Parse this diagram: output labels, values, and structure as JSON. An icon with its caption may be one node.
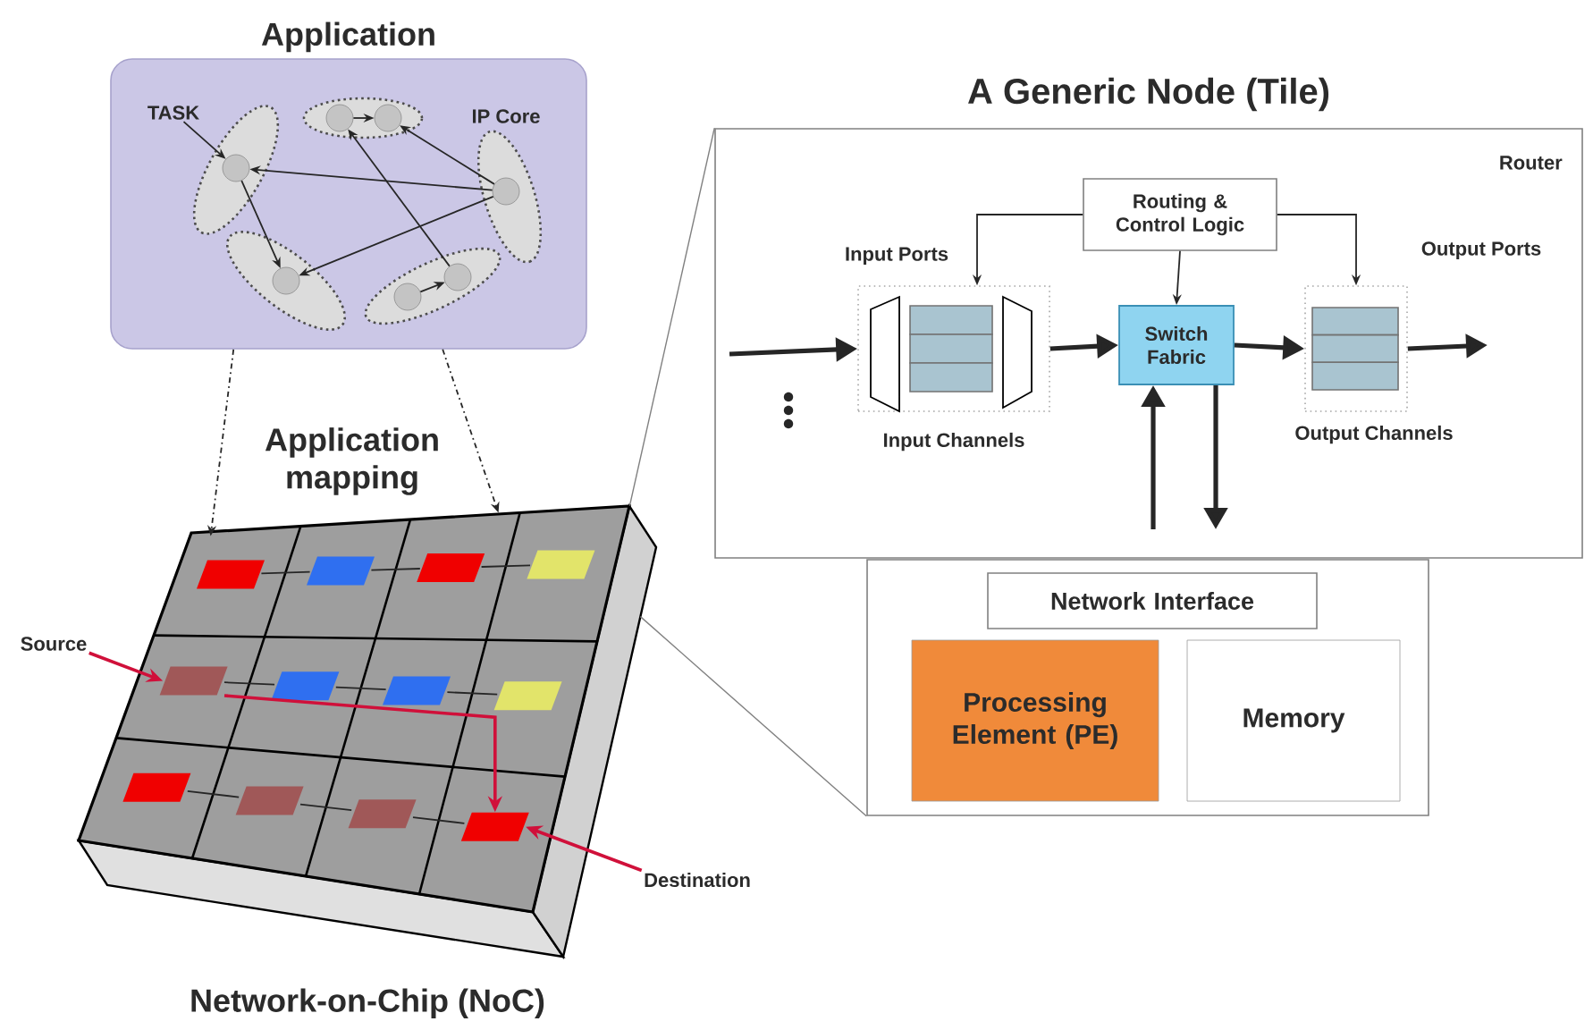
{
  "diagram": {
    "nodes": [
      {
        "text": [
          "Application"
        ]
      },
      {
        "text": [
          "TASK"
        ],
        "in": 0
      },
      {
        "text": [],
        "shape": "circle",
        "in": 0
      },
      {
        "text": [],
        "shape": "circle",
        "in": 0
      },
      {
        "text": [],
        "shape": "circle",
        "in": 0
      },
      {
        "text": [],
        "shape": "circle",
        "in": 0
      },
      {
        "text": [],
        "shape": "circle",
        "in": 0
      },
      {
        "text": [],
        "shape": "circle",
        "in": 0
      },
      {
        "text": [],
        "shape": "circle",
        "in": 0
      },
      {
        "text": [
          "Network-on-Chip (NoC)"
        ]
      },
      {
        "text": [],
        "shape": "box",
        "in": 9
      },
      {
        "text": [],
        "shape": "box",
        "in": 9
      },
      {
        "text": [],
        "shape": "box",
        "in": 9
      },
      {
        "text": [],
        "shape": "box",
        "in": 9
      },
      {
        "text": [],
        "shape": "box",
        "in": 9
      },
      {
        "text": [],
        "shape": "box",
        "in": 9
      },
      {
        "text": [],
        "shape": "box",
        "in": 9
      },
      {
        "text": [],
        "shape": "box",
        "in": 9
      },
      {
        "text": [],
        "shape": "box",
        "in": 9
      },
      {
        "text": [],
        "shape": "box",
        "in": 9
      },
      {
        "text": [],
        "shape": "box",
        "in": 9
      },
      {
        "text": [],
        "shape": "box",
        "in": 9
      },
      {
        "text": [
          "Source"
        ]
      },
      {
        "text": [
          "Destination"
        ]
      },
      {
        "text": [
          "A Generic Node (Tile)",
          "Router"
        ]
      },
      {
        "text": [
          "Routing & Control Logic"
        ],
        "in": 24
      },
      {
        "text": [
          "Input Ports",
          "Input Channels"
        ],
        "in": 24
      },
      {
        "text": [
          "Switch Fabric"
        ],
        "in": 24
      },
      {
        "text": [
          "Output Ports",
          "Output Channels"
        ],
        "in": 24
      },
      {
        "text": [],
        "shape": "box"
      },
      {
        "text": [
          "Network Interface"
        ],
        "in": 29
      },
      {
        "text": [
          "Processing Element (PE)"
        ],
        "in": 29
      },
      {
        "text": [
          "Memory"
        ],
        "in": 29
      }
    ],
    "edges": [
      {
        "from": 1,
        "to": 4,
        "arrow": "to"
      },
      {
        "from": 2,
        "to": 3,
        "arrow": "to"
      },
      {
        "from": 5,
        "to": 4,
        "arrow": "to"
      },
      {
        "from": 5,
        "to": 3,
        "arrow": "to"
      },
      {
        "from": 5,
        "to": 7,
        "arrow": "to"
      },
      {
        "from": 4,
        "to": 7,
        "arrow": "to"
      },
      {
        "from": 6,
        "to": 2,
        "arrow": "to"
      },
      {
        "from": 8,
        "to": 6,
        "arrow": "to"
      },
      {
        "from": 0,
        "to": 9,
        "arrow": "to",
        "style": "dashed"
      },
      {
        "from": 0,
        "to": 9,
        "arrow": "to",
        "style": "dashed"
      },
      {
        "from": 10,
        "to": 11,
        "arrow": "none"
      },
      {
        "from": 11,
        "to": 12,
        "arrow": "none"
      },
      {
        "from": 12,
        "to": 13,
        "arrow": "none"
      },
      {
        "from": 14,
        "to": 15,
        "arrow": "none"
      },
      {
        "from": 15,
        "to": 16,
        "arrow": "none"
      },
      {
        "from": 16,
        "to": 17,
        "arrow": "none"
      },
      {
        "from": 18,
        "to": 19,
        "arrow": "none"
      },
      {
        "from": 19,
        "to": 20,
        "arrow": "none"
      },
      {
        "from": 20,
        "to": 21,
        "arrow": "none"
      },
      {
        "from": 14,
        "to": 21,
        "arrow": "to",
        "color": "#d0103a"
      },
      {
        "from": 22,
        "to": 14,
        "arrow": "to",
        "color": "#d0103a"
      },
      {
        "from": 23,
        "to": 21,
        "arrow": "to",
        "color": "#d0103a"
      },
      {
        "from": 9,
        "to": 24,
        "arrow": "none",
        "color": "#808080"
      },
      {
        "from": 9,
        "to": 29,
        "arrow": "none",
        "color": "#808080"
      },
      {
        "from": null,
        "to": 26,
        "arrow": "to",
        "style": "thick"
      },
      {
        "from": 26,
        "to": 27,
        "arrow": "to",
        "style": "thick"
      },
      {
        "from": 27,
        "to": 28,
        "arrow": "to",
        "style": "thick"
      },
      {
        "from": 28,
        "to": null,
        "arrow": "to",
        "style": "thick"
      },
      {
        "from": 25,
        "to": 26,
        "arrow": "to"
      },
      {
        "from": 25,
        "to": 27,
        "arrow": "to"
      },
      {
        "from": 25,
        "to": 28,
        "arrow": "to"
      },
      {
        "from": null,
        "to": 27,
        "arrow": "to",
        "style": "thick"
      },
      {
        "from": 27,
        "to": null,
        "arrow": "to",
        "style": "thick"
      }
    ],
    "labels": [
      "IP Core",
      "Application mapping"
    ]
  }
}
